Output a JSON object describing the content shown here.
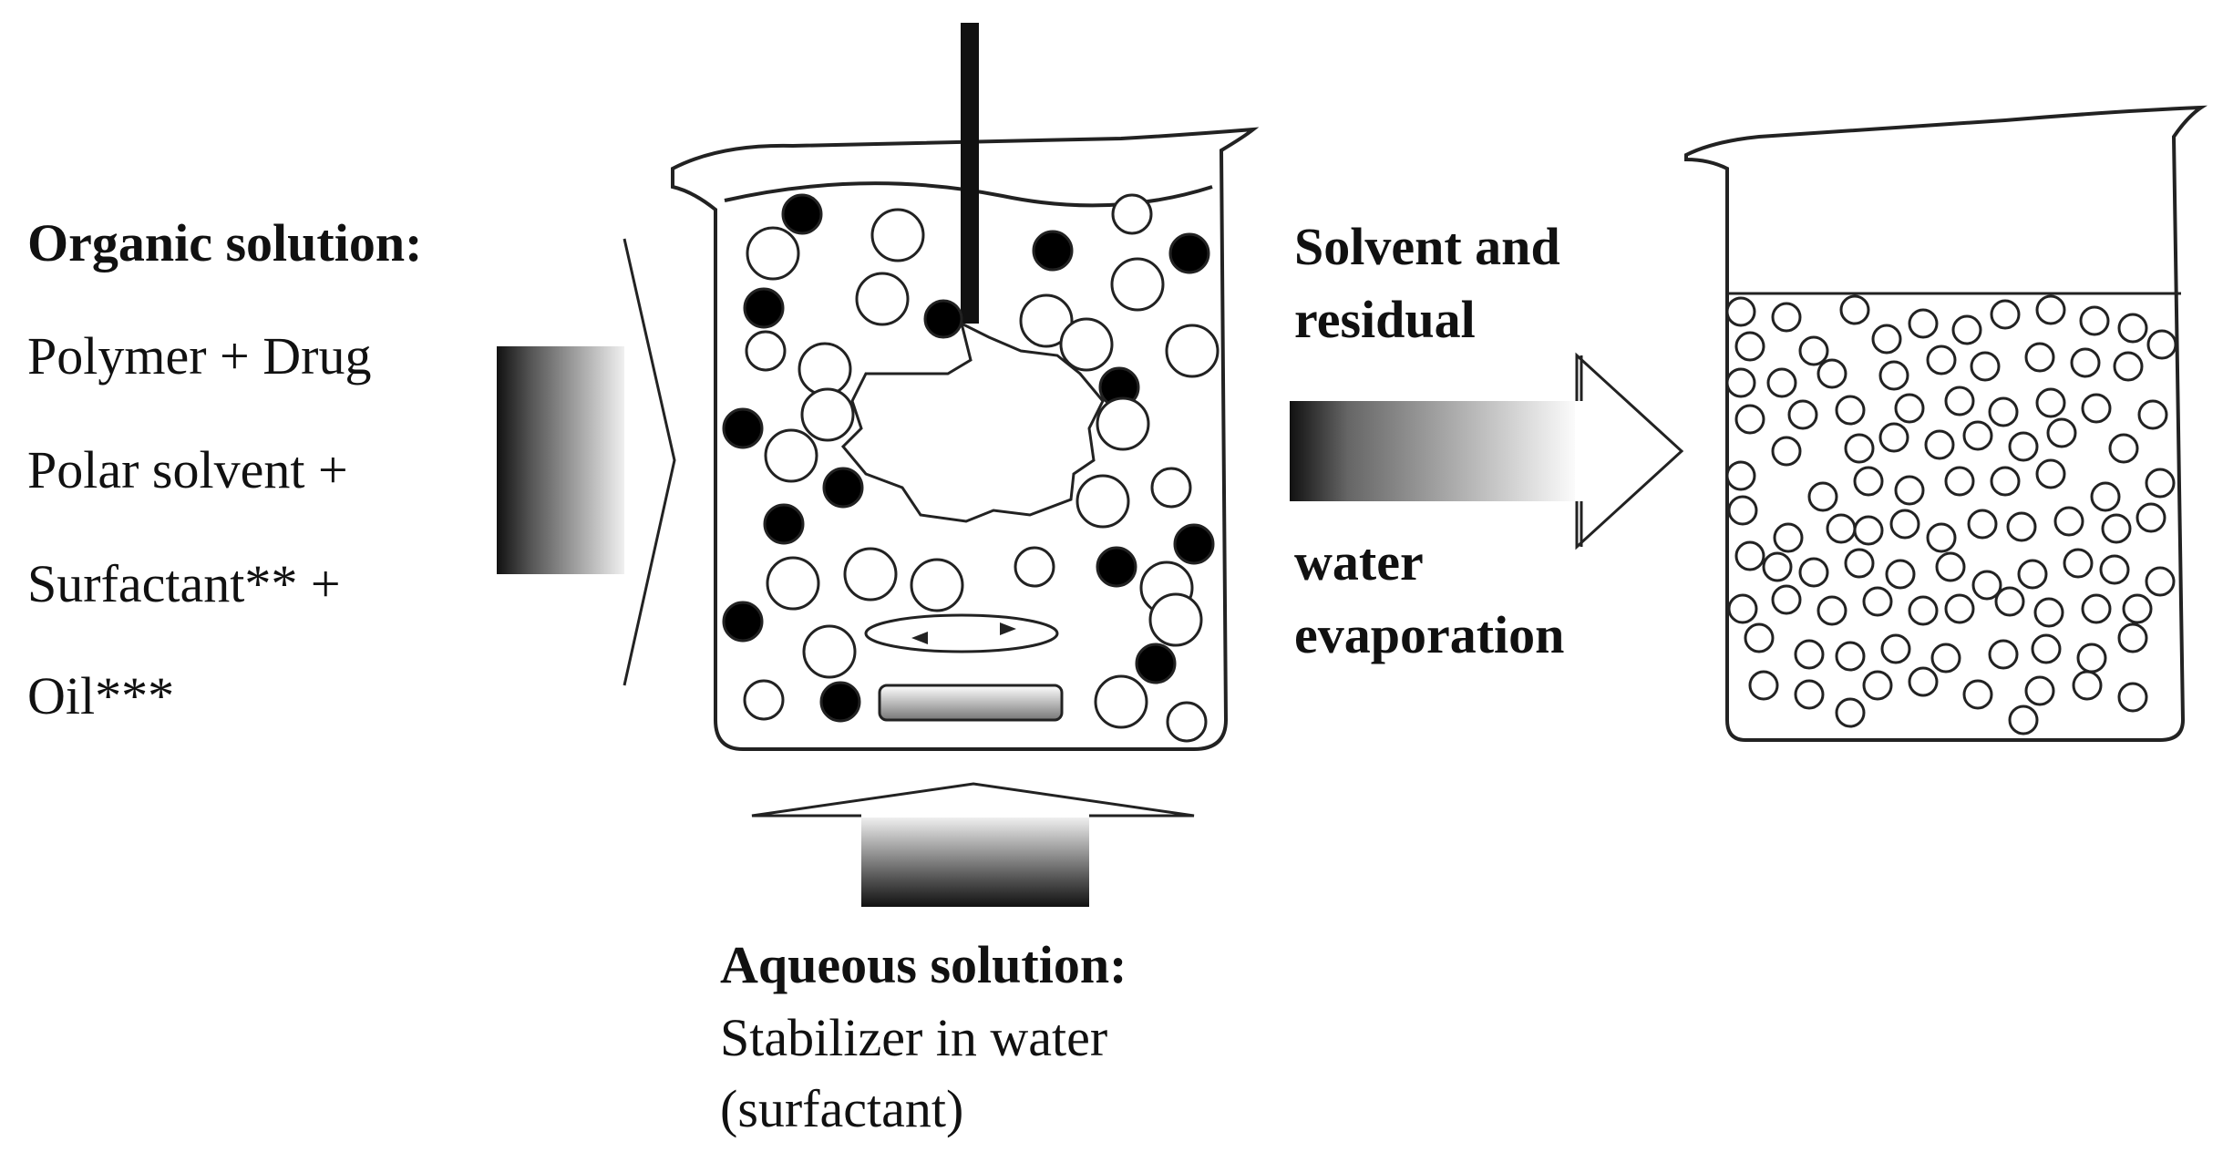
{
  "organic": {
    "heading": "Organic solution:",
    "line1": "Polymer + Drug",
    "line2": "Polar solvent +",
    "line3": "Surfactant** +",
    "line4": "Oil***"
  },
  "evaporation": {
    "line1": "Solvent and",
    "line2": "residual",
    "line3": "water",
    "line4": "evaporation"
  },
  "aqueous": {
    "heading": "Aqueous solution:",
    "line1": "Stabilizer in water",
    "line2": "(surfactant)"
  },
  "colors": {
    "ink": "#111111",
    "filled_particle": "#000000",
    "empty_particle": "#ffffff"
  }
}
